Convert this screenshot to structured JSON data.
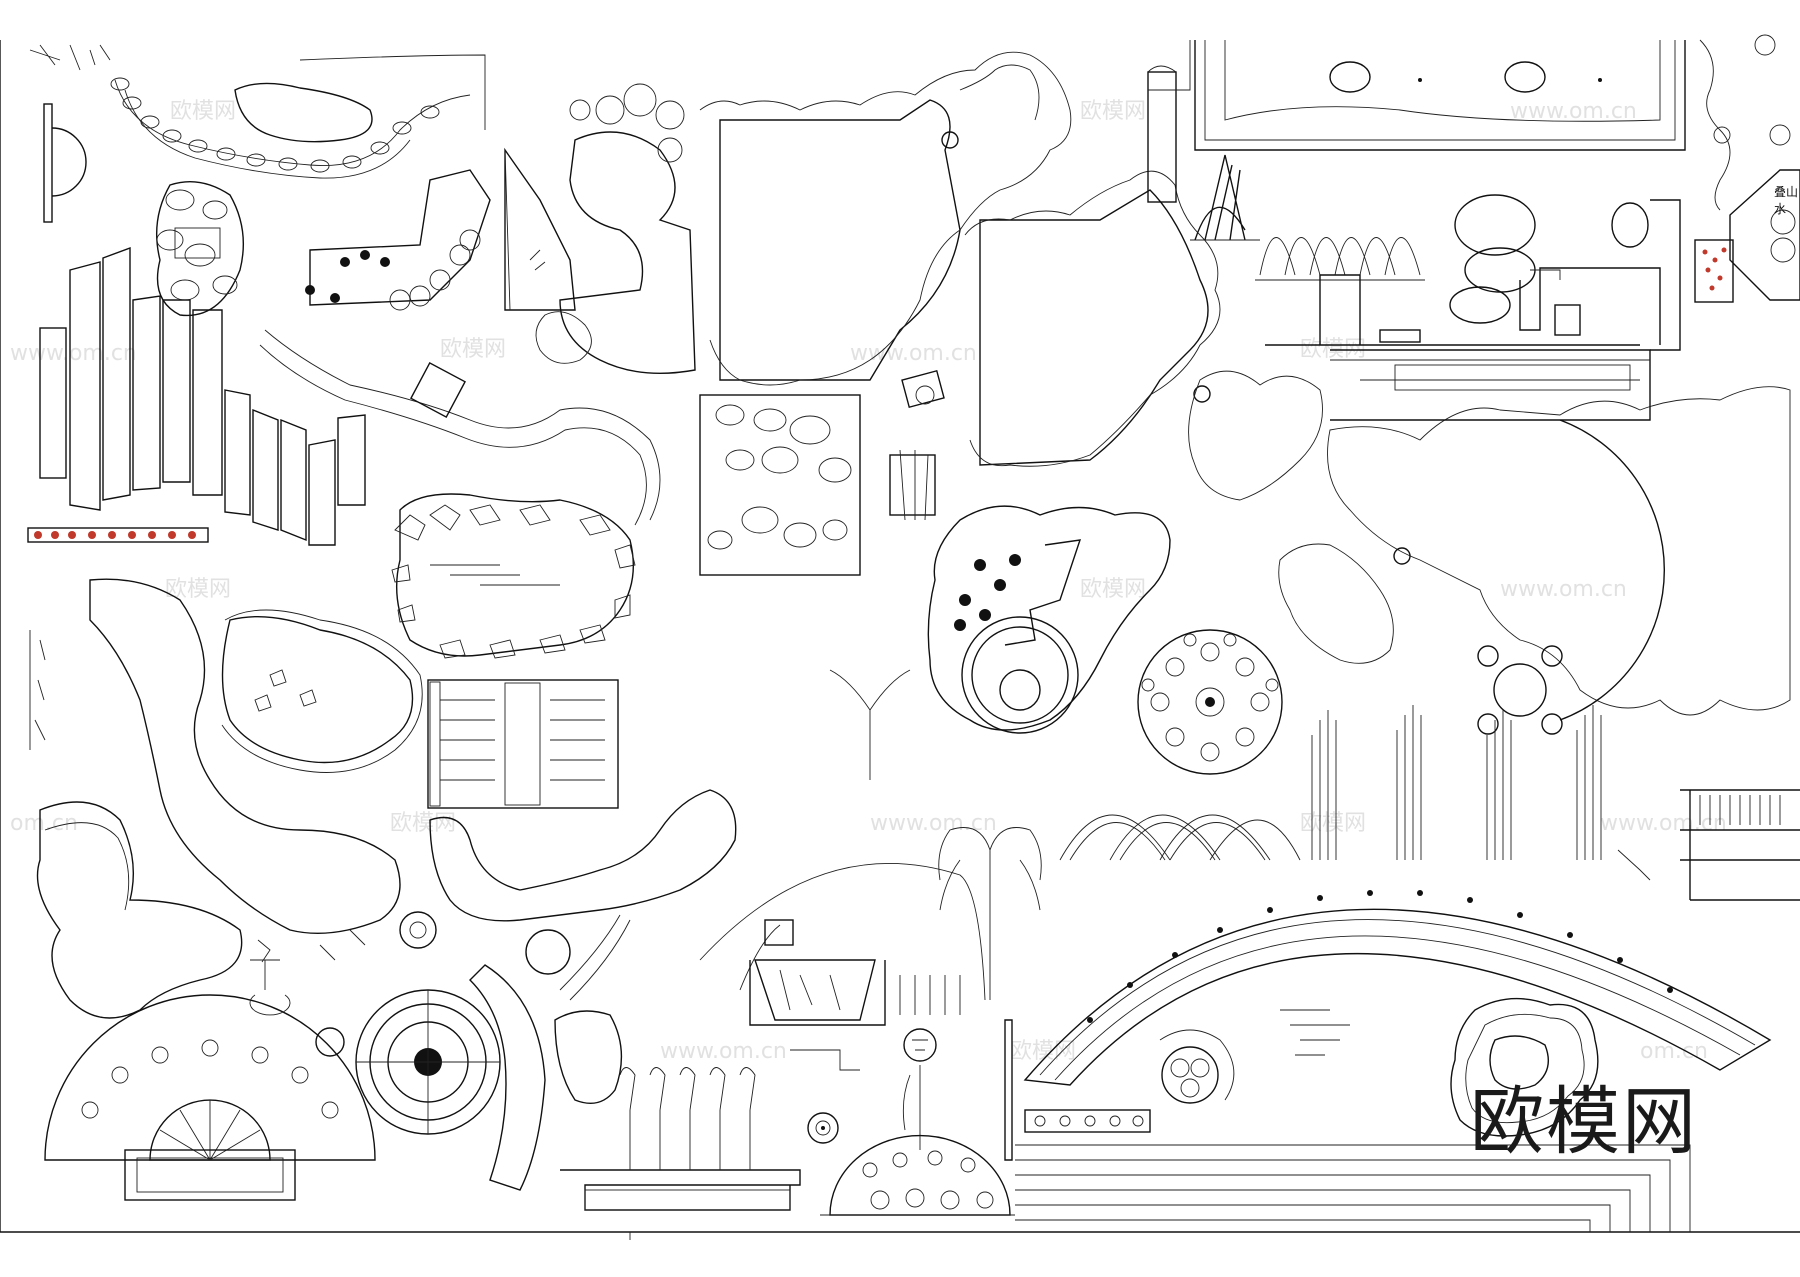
{
  "watermark": {
    "brand": "欧模网",
    "site_url": "www.om.cn",
    "site_short": "om.cn"
  },
  "labels": {
    "rockery_tag": "叠山水"
  },
  "colors": {
    "line": "#111111",
    "background": "#ffffff",
    "accent_plants": "#c0392b"
  }
}
